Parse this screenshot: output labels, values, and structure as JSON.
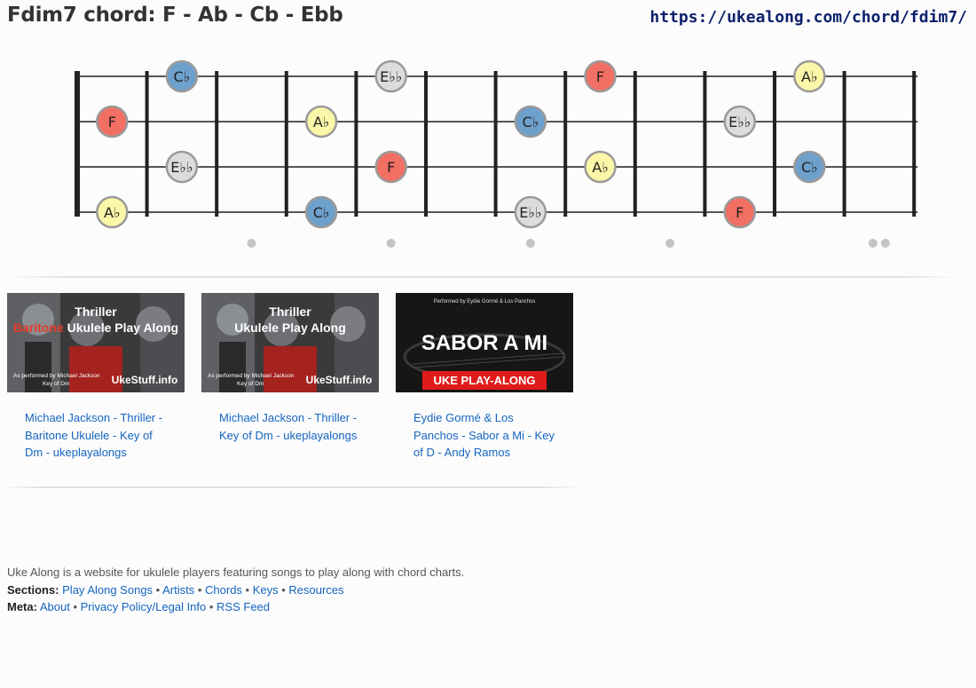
{
  "page": {
    "title": "Fdim7 chord: F - Ab - Cb - Ebb",
    "url": "https://ukealong.com/chord/fdim7/"
  },
  "fretboard": {
    "note_colors": {
      "F": "#f26f63",
      "Ab": "#fbf6a8",
      "Cb": "#6ea0cc",
      "Ebb": "#dcdcdc"
    },
    "note_labels": {
      "F": "F",
      "Ab": "A♭",
      "Cb": "C♭",
      "Ebb": "E♭♭"
    },
    "notes": [
      {
        "string": 1,
        "fret": 2,
        "note": "Cb"
      },
      {
        "string": 1,
        "fret": 5,
        "note": "Ebb"
      },
      {
        "string": 1,
        "fret": 8,
        "note": "F"
      },
      {
        "string": 1,
        "fret": 11,
        "note": "Ab"
      },
      {
        "string": 2,
        "fret": 1,
        "note": "F"
      },
      {
        "string": 2,
        "fret": 4,
        "note": "Ab"
      },
      {
        "string": 2,
        "fret": 7,
        "note": "Cb"
      },
      {
        "string": 2,
        "fret": 10,
        "note": "Ebb"
      },
      {
        "string": 3,
        "fret": 2,
        "note": "Ebb"
      },
      {
        "string": 3,
        "fret": 5,
        "note": "F"
      },
      {
        "string": 3,
        "fret": 8,
        "note": "Ab"
      },
      {
        "string": 3,
        "fret": 11,
        "note": "Cb"
      },
      {
        "string": 4,
        "fret": 1,
        "note": "Ab"
      },
      {
        "string": 4,
        "fret": 4,
        "note": "Cb"
      },
      {
        "string": 4,
        "fret": 7,
        "note": "Ebb"
      },
      {
        "string": 4,
        "fret": 10,
        "note": "F"
      }
    ],
    "inlays": [
      {
        "fret": 3,
        "count": 1
      },
      {
        "fret": 5,
        "count": 1
      },
      {
        "fret": 7,
        "count": 1
      },
      {
        "fret": 9,
        "count": 1
      },
      {
        "fret": 12,
        "count": 2
      }
    ]
  },
  "videos": [
    {
      "thumb": {
        "title": "Thriller",
        "subtitle_accent": "Baritone",
        "subtitle": "Ukulele Play Along",
        "credit1": "As performed by Michael Jackson",
        "credit2": "Key of Dm",
        "brand": "UkeStuff.info"
      },
      "link": "Michael Jackson - Thriller - Baritone Ukulele - Key of Dm - ukeplayalongs"
    },
    {
      "thumb": {
        "title": "Thriller",
        "subtitle_accent": "",
        "subtitle": "Ukulele Play Along",
        "credit1": "As performed by Michael Jackson",
        "credit2": "Key of Dm",
        "brand": "UkeStuff.info"
      },
      "link": "Michael Jackson - Thriller - Key of Dm - ukeplayalongs"
    },
    {
      "thumb": {
        "top": "Performed by Eydie Gormé & Los Panchos",
        "title": "SABOR A MI",
        "banner": "UKE PLAY-ALONG"
      },
      "link": "Eydie Gormé & Los Panchos - Sabor a Mi - Key of D - Andy Ramos"
    }
  ],
  "footer": {
    "about_text": "Uke Along is a website for ukulele players featuring songs to play along with chord charts.",
    "sections_label": "Sections:",
    "sections": [
      "Play Along Songs",
      "Artists",
      "Chords",
      "Keys",
      "Resources"
    ],
    "meta_label": "Meta:",
    "meta": [
      "About",
      "Privacy Policy/Legal Info",
      "RSS Feed"
    ]
  }
}
